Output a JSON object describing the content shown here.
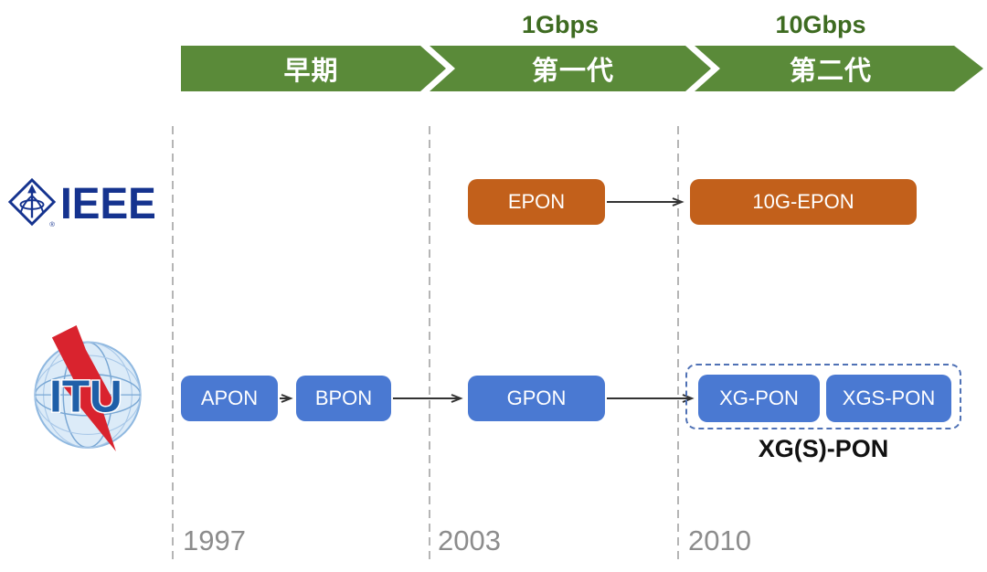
{
  "timeline": {
    "segments": [
      {
        "label": "早期",
        "speed": ""
      },
      {
        "label": "第一代",
        "speed": "1Gbps"
      },
      {
        "label": "第二代",
        "speed": "10Gbps"
      }
    ]
  },
  "rows": {
    "ieee": {
      "org": "IEEE",
      "nodes": [
        {
          "label": "EPON"
        },
        {
          "label": "10G-EPON"
        }
      ]
    },
    "itu": {
      "org": "ITU",
      "nodes": [
        {
          "label": "APON"
        },
        {
          "label": "BPON"
        },
        {
          "label": "GPON"
        },
        {
          "label": "XG-PON"
        },
        {
          "label": "XGS-PON"
        }
      ],
      "group_label": "XG(S)-PON"
    }
  },
  "years": [
    "1997",
    "2003",
    "2010"
  ],
  "colors": {
    "timeline_green": "#5a8a39",
    "speed_text_green": "#3e6b21",
    "ieee_orange": "#c2601b",
    "itu_blue": "#4a79d2",
    "group_border_blue": "#4f71b5",
    "gridline_gray": "#b5b5b5",
    "year_gray": "#8c8c8c",
    "ieee_navy": "#15338f",
    "itu_logo_blue": "#1f5fa8",
    "itu_bolt_red": "#d9232e",
    "arrow_black": "#333333"
  }
}
